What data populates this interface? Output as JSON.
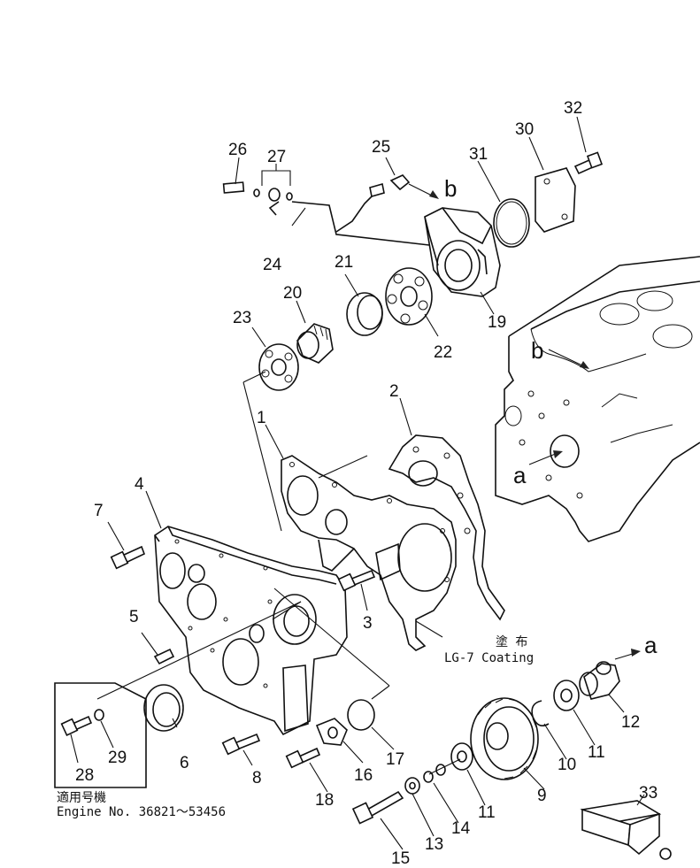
{
  "diagram": {
    "callouts": [
      {
        "id": "n1",
        "text": "1"
      },
      {
        "id": "n2",
        "text": "2"
      },
      {
        "id": "n3",
        "text": "3"
      },
      {
        "id": "n4",
        "text": "4"
      },
      {
        "id": "n5",
        "text": "5"
      },
      {
        "id": "n6",
        "text": "6"
      },
      {
        "id": "n7",
        "text": "7"
      },
      {
        "id": "n8",
        "text": "8"
      },
      {
        "id": "n9",
        "text": "9"
      },
      {
        "id": "n10",
        "text": "10"
      },
      {
        "id": "n11a",
        "text": "11"
      },
      {
        "id": "n11b",
        "text": "11"
      },
      {
        "id": "n12",
        "text": "12"
      },
      {
        "id": "n13",
        "text": "13"
      },
      {
        "id": "n14",
        "text": "14"
      },
      {
        "id": "n15",
        "text": "15"
      },
      {
        "id": "n16",
        "text": "16"
      },
      {
        "id": "n17",
        "text": "17"
      },
      {
        "id": "n18",
        "text": "18"
      },
      {
        "id": "n19",
        "text": "19"
      },
      {
        "id": "n20",
        "text": "20"
      },
      {
        "id": "n21",
        "text": "21"
      },
      {
        "id": "n22",
        "text": "22"
      },
      {
        "id": "n23",
        "text": "23"
      },
      {
        "id": "n24",
        "text": "24"
      },
      {
        "id": "n25",
        "text": "25"
      },
      {
        "id": "n26",
        "text": "26"
      },
      {
        "id": "n27",
        "text": "27"
      },
      {
        "id": "n28",
        "text": "28"
      },
      {
        "id": "n29",
        "text": "29"
      },
      {
        "id": "n30",
        "text": "30"
      },
      {
        "id": "n31",
        "text": "31"
      },
      {
        "id": "n32",
        "text": "32"
      },
      {
        "id": "n33",
        "text": "33"
      }
    ],
    "arrow_letters": {
      "a_top": "a",
      "a_block": "a",
      "b_top": "b",
      "b_block": "b"
    },
    "coating_note": {
      "jp": "塗 布",
      "en": "LG-7  Coating"
    },
    "applicability_note": {
      "jp": "適用号機",
      "en": "Engine  No. 36821～53456"
    }
  }
}
